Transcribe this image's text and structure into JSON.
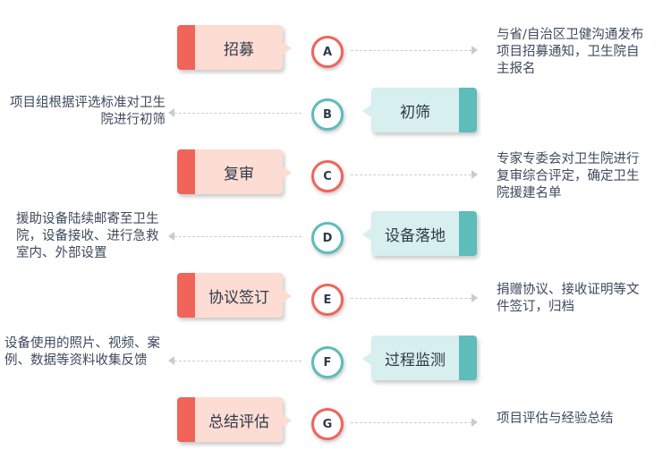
{
  "steps": [
    {
      "label": "招募",
      "letter": "A",
      "desc": "与省/自治区卫健沟通发布项目招募通知，卫生院自主报名"
    },
    {
      "label": "初筛",
      "letter": "B",
      "desc": "项目组根据评选标准对卫生院进行初筛"
    },
    {
      "label": "复审",
      "letter": "C",
      "desc": "专家专委会对卫生院进行复审综合评定，确定卫生院援建名单"
    },
    {
      "label": "设备落地",
      "letter": "D",
      "desc": "援助设备陆续邮寄至卫生院，设备接收、进行急救室内、外部设置"
    },
    {
      "label": "协议签订",
      "letter": "E",
      "desc": "捐赠协议、接收证明等文件签订，归档"
    },
    {
      "label": "过程监测",
      "letter": "F",
      "desc": "设备使用的照片、视频、案例、数据等资料收集反馈"
    },
    {
      "label": "总结评估",
      "letter": "G",
      "desc": "项目评估与经验总结"
    }
  ],
  "colors": {
    "coral": "#f0645a",
    "coral_light": "#fcdcd3",
    "teal": "#5ebcba",
    "teal_light": "#d7efee"
  }
}
